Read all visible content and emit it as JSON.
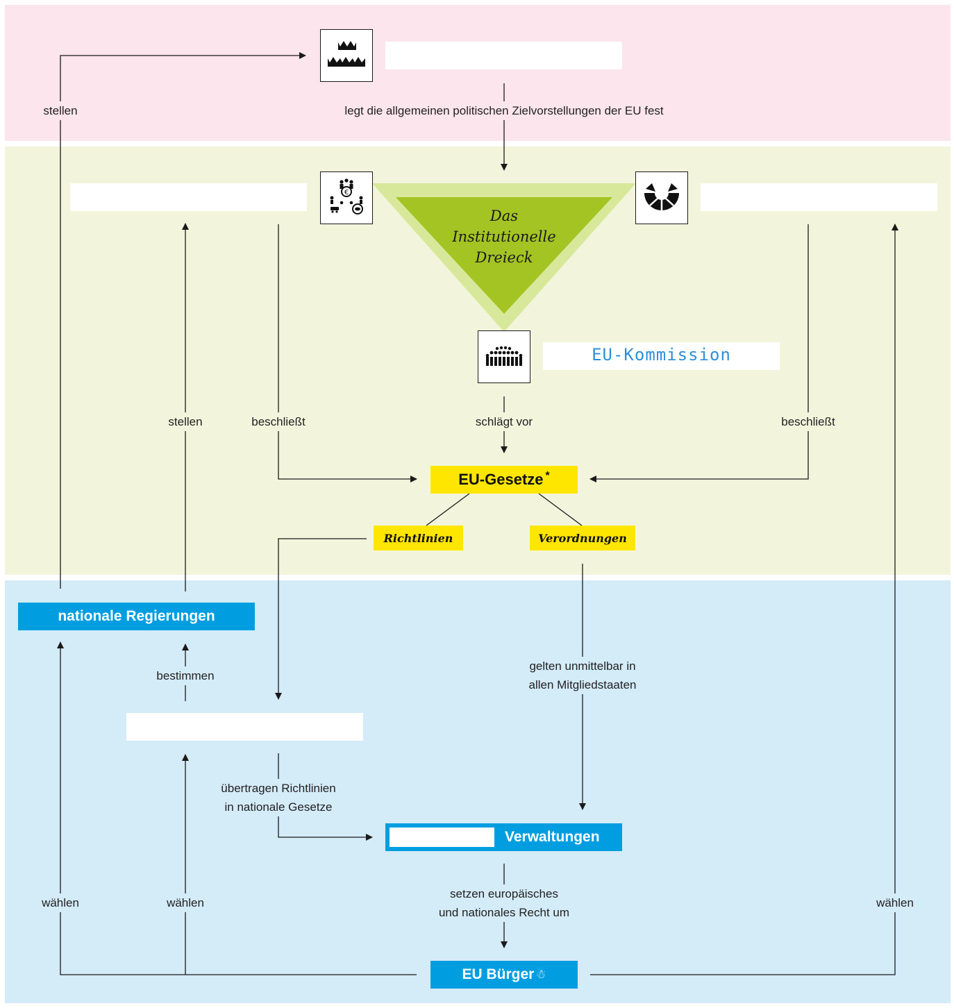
{
  "colors": {
    "band_top": "#fce5ec",
    "band_middle": "#f2f5dc",
    "band_bottom": "#d4ebf8",
    "triangle_outer": "#d8e89a",
    "triangle_inner": "#a4c424",
    "highlight_yellow": "#ffe600",
    "highlight_blue": "#009ee0"
  },
  "triangle": {
    "title_line1": "Das",
    "title_line2": "Institutionelle",
    "title_line3": "Dreieck"
  },
  "commission": {
    "handwritten_label": "EU-Kommission"
  },
  "icons": {
    "council": "crowns-icon",
    "ministers": "ministers-council-icon",
    "parliament": "parliament-hemicycle-icon",
    "commission": "commission-people-icon"
  },
  "labels": {
    "stellen_top": "stellen",
    "legt_fest": "legt die allgemeinen politischen Zielvorstellungen der EU fest",
    "stellen_mid": "stellen",
    "beschliesst_left": "beschließt",
    "schlaegt_vor": "schlägt vor",
    "beschliesst_right": "beschließt",
    "bestimmen": "bestimmen",
    "gelten_line1": "gelten unmittelbar in",
    "gelten_line2": "allen Mitgliedstaaten",
    "uebertragen_line1": "übertragen Richtlinien",
    "uebertragen_line2": "in nationale Gesetze",
    "setzen_line1": "setzen europäisches",
    "setzen_line2": "und nationales Recht um",
    "waehlen_left": "wählen",
    "waehlen_mid": "wählen",
    "waehlen_right": "wählen"
  },
  "boxes": {
    "eu_gesetze": "EU-Gesetze",
    "eu_gesetze_mark": "*",
    "richtlinien": "Richtlinien",
    "verordnungen": "Verordnungen",
    "nationale_regierungen": "nationale Regierungen",
    "verwaltungen": "Verwaltungen",
    "eu_buerger": "EU Bürger",
    "eu_buerger_mark": "☃"
  }
}
